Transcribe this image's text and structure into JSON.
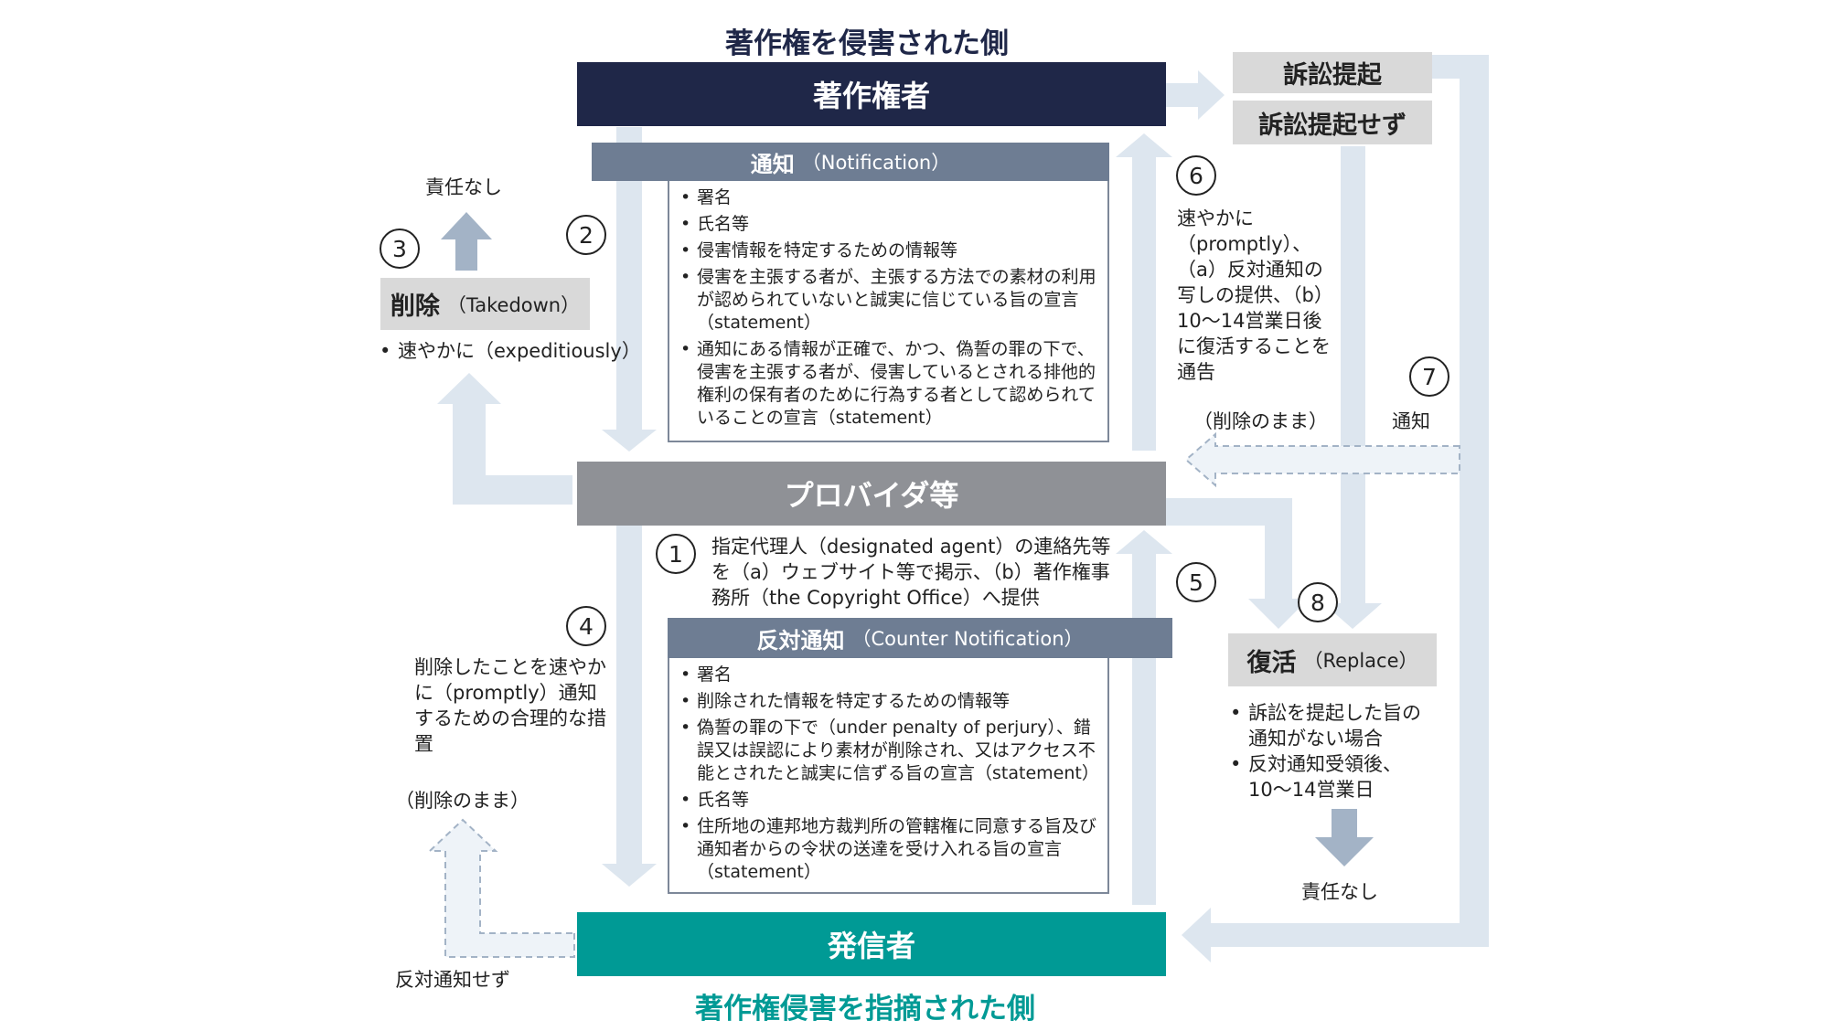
{
  "titles": {
    "infringed_side": "著作権を侵害された側",
    "accused_side": "著作権侵害を指摘された側"
  },
  "actors": {
    "copyright_holder": "著作権者",
    "provider": "プロバイダ等",
    "sender": "発信者"
  },
  "lawsuit": {
    "filed": "訴訟提起",
    "not_filed": "訴訟提起せず"
  },
  "notification": {
    "title": "通知",
    "title_en": "（Notification）",
    "items": [
      "署名",
      "氏名等",
      "侵害情報を特定するための情報等",
      "侵害を主張する者が、主張する方法での素材の利用が認められていないと誠実に信じている旨の宣言（statement）",
      "通知にある情報が正確で、かつ、偽誓の罪の下で、侵害を主張する者が、侵害しているとされる排他的権利の保有者のために行為する者として認められていることの宣言（statement）"
    ]
  },
  "counter_notification": {
    "title": "反対通知",
    "title_en": "（Counter Notification）",
    "items": [
      "署名",
      "削除された情報を特定するための情報等",
      "偽誓の罪の下で（under penalty of perjury）、錯誤又は誤認により素材が削除され、又はアクセス不能とされたと誠実に信ずる旨の宣言（statement）",
      "氏名等",
      "住所地の連邦地方裁判所の管轄権に同意する旨及び通知者からの令状の送達を受け入れる旨の宣言（statement）"
    ]
  },
  "takedown": {
    "title": "削除",
    "title_en": "（Takedown）",
    "bullet": "速やかに（expeditiously）",
    "no_liability": "責任なし"
  },
  "replace": {
    "title": "復活",
    "title_en": "（Replace）",
    "bullets": [
      "訴訟を提起した旨の通知がない場合",
      "反対通知受領後、10〜14営業日"
    ],
    "no_liability": "責任なし"
  },
  "steps": {
    "n1": "1",
    "n2": "2",
    "n3": "3",
    "n4": "4",
    "n5": "5",
    "n6": "6",
    "n7": "7",
    "n8": "8",
    "step1_text": "指定代理人（designated agent）の連絡先等を（a）ウェブサイト等で掲示、（b）著作権事務所（the Copyright Office）へ提供",
    "step4_text": "削除したことを速やかに（promptly）通知するための合理的な措置",
    "step6_text": "速やかに（promptly）、（a）反対通知の写しの提供、（b）10〜14営業日後に復活することを通告",
    "step7_text": "通知",
    "still_deleted_right": "（削除のまま）",
    "still_deleted_left": "（削除のまま）",
    "no_counter": "反対通知せず"
  },
  "colors": {
    "copyright_holder": "#1f2748",
    "provider": "#8f9196",
    "sender": "#009a95",
    "panel_header": "#6e7d93",
    "arrow": "#dde6ef",
    "dark_arrow": "#a3b3c6"
  }
}
